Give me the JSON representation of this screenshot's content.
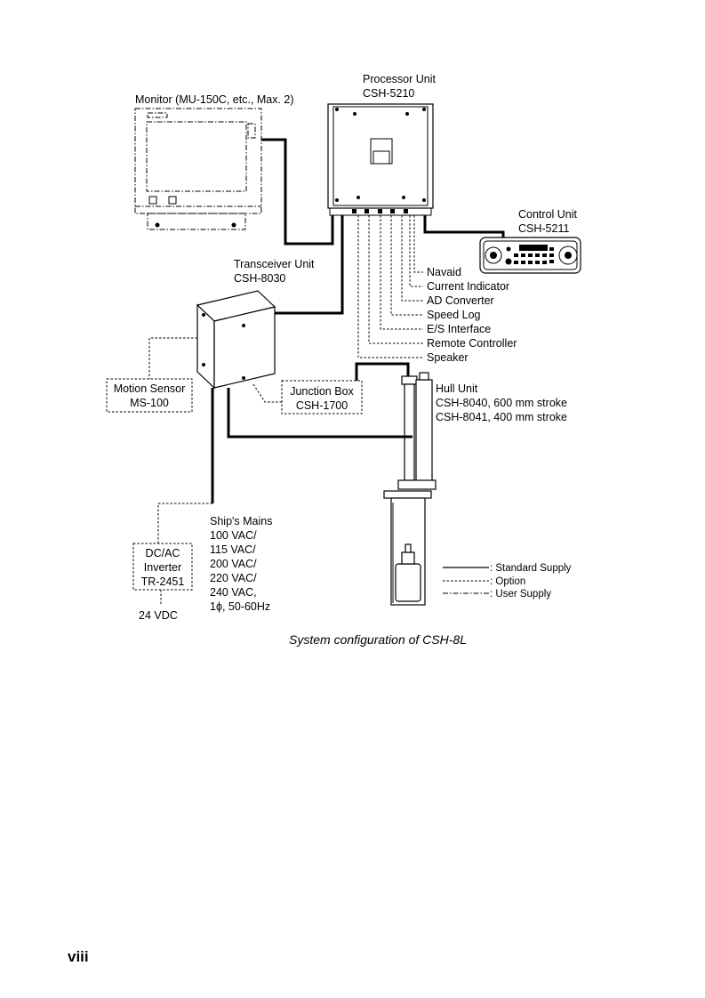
{
  "page_number": "viii",
  "caption": "System configuration of CSH-8L",
  "units": {
    "monitor": {
      "label": "Monitor (MU-150C, etc., Max. 2)"
    },
    "processor": {
      "name": "Processor Unit",
      "model": "CSH-5210"
    },
    "control": {
      "name": "Control Unit",
      "model": "CSH-5211"
    },
    "transceiver": {
      "name": "Transceiver Unit",
      "model": "CSH-8030"
    },
    "motion_sensor": {
      "name": "Motion Sensor",
      "model": "MS-100"
    },
    "junction_box": {
      "name": "Junction Box",
      "model": "CSH-1700"
    },
    "hull_unit": {
      "name": "Hull Unit",
      "model_1": "CSH-8040, 600 mm stroke",
      "model_2": "CSH-8041, 400 mm stroke"
    },
    "inverter": {
      "line1": "DC/AC",
      "line2": "Inverter",
      "model": "TR-2451"
    },
    "dc_supply": "24 VDC"
  },
  "ships_mains": [
    "Ship's Mains",
    "100 VAC/",
    "115 VAC/",
    "200 VAC/",
    "220 VAC/",
    "240 VAC,",
    "1ϕ, 50-60Hz"
  ],
  "peripherals": [
    "Navaid",
    "Current Indicator",
    "AD Converter",
    "Speed Log",
    "E/S Interface",
    "Remote Controller",
    "Speaker"
  ],
  "legend": [
    {
      "label": ": Standard Supply",
      "style": "solid"
    },
    {
      "label": ": Option",
      "style": "dotted"
    },
    {
      "label": ": User Supply",
      "style": "dash-dot"
    }
  ]
}
